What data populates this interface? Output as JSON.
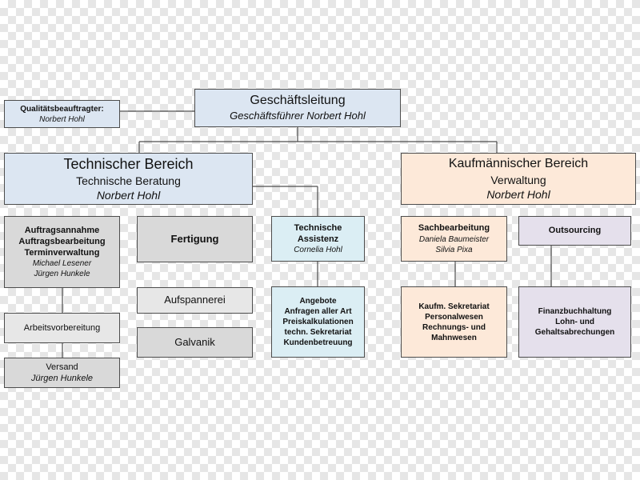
{
  "colors": {
    "management": "#dce6f2",
    "technical": "#dce6f2",
    "commercial": "#fde9d9",
    "grey_box": "#d9d9d9",
    "assistance": "#dbeef4",
    "outsourcing": "#e5e0ec",
    "connector": "#4d4d4d"
  },
  "quality": {
    "title": "Qualitätsbeauftragter:",
    "name": "Norbert Hohl"
  },
  "management": {
    "title": "Geschäftsleitung",
    "subtitle": "Geschäftsführer Norbert Hohl"
  },
  "technical": {
    "title": "Technischer Bereich",
    "subtitle": "Technische Beratung",
    "name": "Norbert Hohl",
    "orders": {
      "lines": [
        "Auftragsannahme",
        "Auftragsbearbeitung",
        "Terminverwaltung"
      ],
      "names": [
        "Michael Lesener",
        "Jürgen Hunkele"
      ]
    },
    "work_prep": "Arbeitsvorbereitung",
    "shipping": {
      "title": "Versand",
      "name": "Jürgen Hunkele"
    },
    "production": "Fertigung",
    "clamping": "Aufspannerei",
    "electroplating": "Galvanik",
    "assistance": {
      "lines": [
        "Technische",
        "Assistenz"
      ],
      "name": "Cornelia Hohl"
    },
    "offers": [
      "Angebote",
      "Anfragen aller Art",
      "Preiskalkulationen",
      "techn. Sekretariat",
      "Kundenbetreuung"
    ]
  },
  "commercial": {
    "title": "Kaufmännischer Bereich",
    "subtitle": "Verwaltung",
    "name": "Norbert Hohl",
    "clerks": {
      "title": "Sachbearbeitung",
      "names": [
        "Daniela Baumeister",
        "Silvia Pixa"
      ]
    },
    "secretariat": [
      "Kaufm. Sekretariat",
      "Personalwesen",
      "Rechnungs- und",
      "Mahnwesen"
    ],
    "outsourcing": "Outsourcing",
    "accounting": [
      "Finanzbuchhaltung",
      "Lohn- und",
      "Gehaltsabrechungen"
    ]
  }
}
